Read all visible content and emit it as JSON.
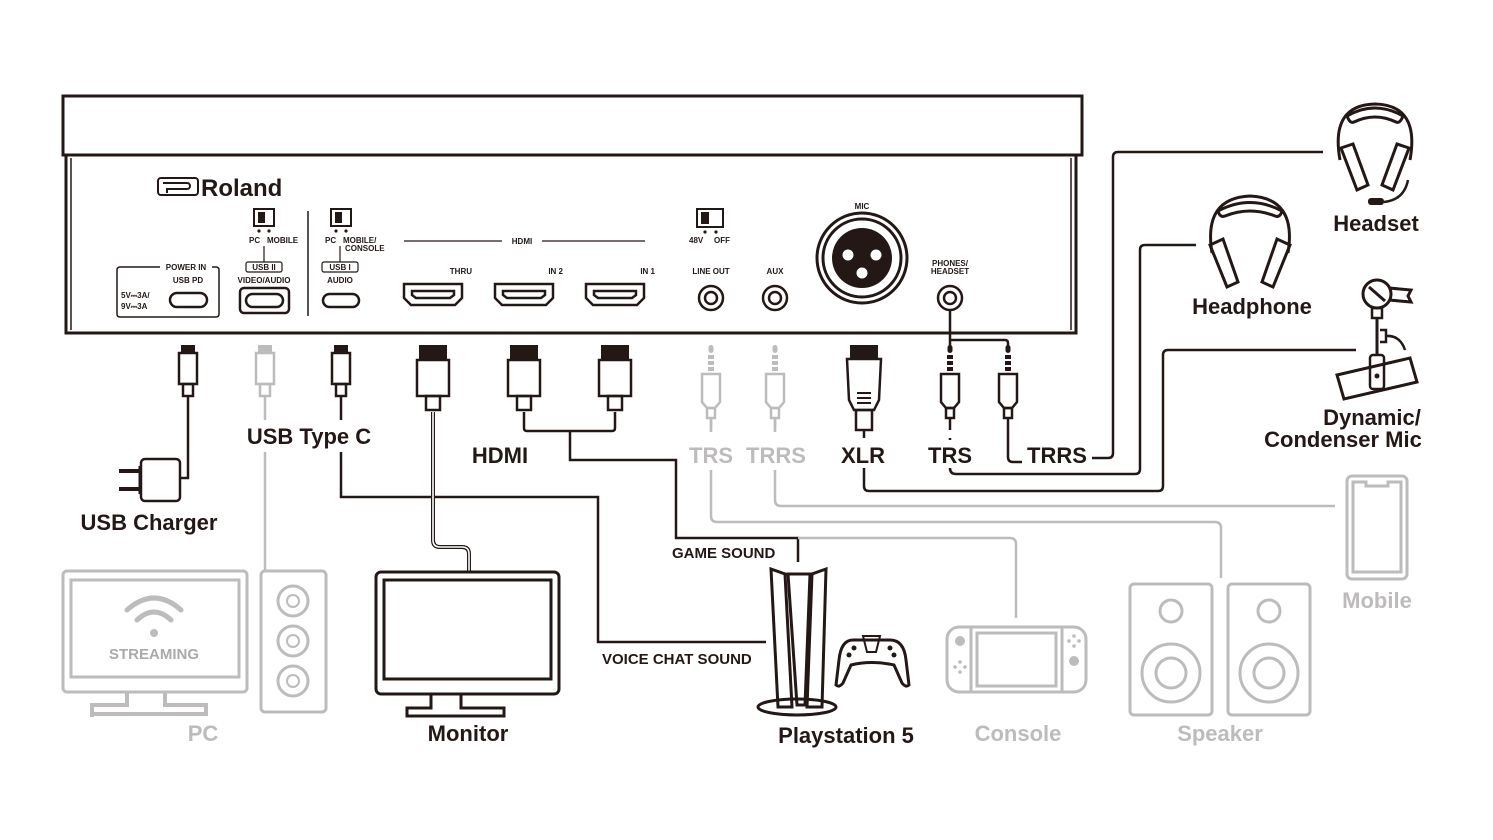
{
  "title": "Roland streaming mixer connection diagram",
  "colors": {
    "active": "#231815",
    "inactive": "#bdbbbb"
  },
  "device": {
    "brand": "Roland",
    "panel": {
      "power_in": {
        "label": "POWER IN",
        "sub": "USB PD",
        "spec_line1": "5V⎓3A/",
        "spec_line2": "9V⎓3A"
      },
      "usb2": {
        "switch_left": "PC",
        "switch_right": "MOBILE",
        "badge": "USB II",
        "label": "VIDEO/AUDIO"
      },
      "usb1": {
        "switch_left": "PC",
        "switch_right_line1": "MOBILE/",
        "switch_right_line2": "CONSOLE",
        "badge": "USB I",
        "label": "AUDIO"
      },
      "hdmi_group": "HDMI",
      "hdmi_thru": "THRU",
      "hdmi_in2": "IN 2",
      "hdmi_in1": "IN 1",
      "phantom_switch": {
        "left": "48V",
        "right": "OFF"
      },
      "line_out": "LINE OUT",
      "aux": "AUX",
      "mic": "MIC",
      "phones_line1": "PHONES/",
      "phones_line2": "HEADSET"
    }
  },
  "cable_labels": {
    "usb_type_c": "USB Type C",
    "hdmi": "HDMI",
    "trs_gray": "TRS",
    "trrs_gray": "TRRS",
    "xlr": "XLR",
    "trs": "TRS",
    "trrs": "TRRS",
    "game_sound": "GAME SOUND",
    "voice_chat_sound": "VOICE CHAT SOUND"
  },
  "devices": {
    "usb_charger": {
      "label": "USB Charger",
      "active": true
    },
    "pc": {
      "label": "PC",
      "screen_text": "STREAMING",
      "active": false
    },
    "monitor": {
      "label": "Monitor",
      "active": true
    },
    "ps5": {
      "label": "Playstation 5",
      "active": true
    },
    "console": {
      "label": "Console",
      "active": false
    },
    "speaker": {
      "label": "Speaker",
      "active": false
    },
    "mobile": {
      "label": "Mobile",
      "active": false
    },
    "headset": {
      "label": "Headset",
      "active": true
    },
    "headphone": {
      "label": "Headphone",
      "active": true
    },
    "mic": {
      "label_line1": "Dynamic/",
      "label_line2": "Condenser Mic",
      "active": true
    }
  }
}
